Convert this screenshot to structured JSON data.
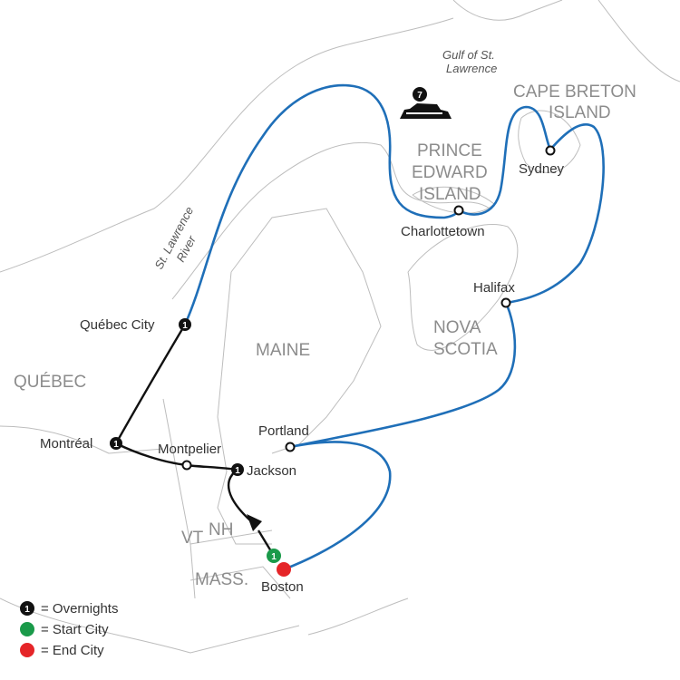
{
  "colors": {
    "sea_route": "#1f6fb8",
    "land_route": "#111111",
    "start": "#1a9a4a",
    "end": "#e52528"
  },
  "regions": {
    "quebec": "QUÉBEC",
    "maine": "MAINE",
    "vt": "VT",
    "nh": "NH",
    "mass": "MASS.",
    "nova1": "NOVA",
    "nova2": "SCOTIA",
    "pei1": "PRINCE",
    "pei2": "EDWARD",
    "pei3": "ISLAND",
    "cbi1": "CAPE BRETON",
    "cbi2": "ISLAND"
  },
  "water": {
    "gulf1": "Gulf of St.",
    "gulf2": "Lawrence",
    "river1": "St. Lawrence",
    "river2": "River"
  },
  "cities": {
    "quebec_city": "Québec City",
    "montreal": "Montréal",
    "montpelier": "Montpelier",
    "jackson": "Jackson",
    "portland": "Portland",
    "boston": "Boston",
    "halifax": "Halifax",
    "charlottetown": "Charlottetown",
    "sydney": "Sydney"
  },
  "overnights": {
    "quebec_city": "1",
    "montreal": "1",
    "jackson": "1",
    "boston": "1",
    "cruise": "7"
  },
  "legend": {
    "overnights": "= Overnights",
    "start": "= Start City",
    "end": "= End City",
    "sample_number": "1"
  },
  "icons": {
    "ship": "cruise-ship-icon"
  }
}
